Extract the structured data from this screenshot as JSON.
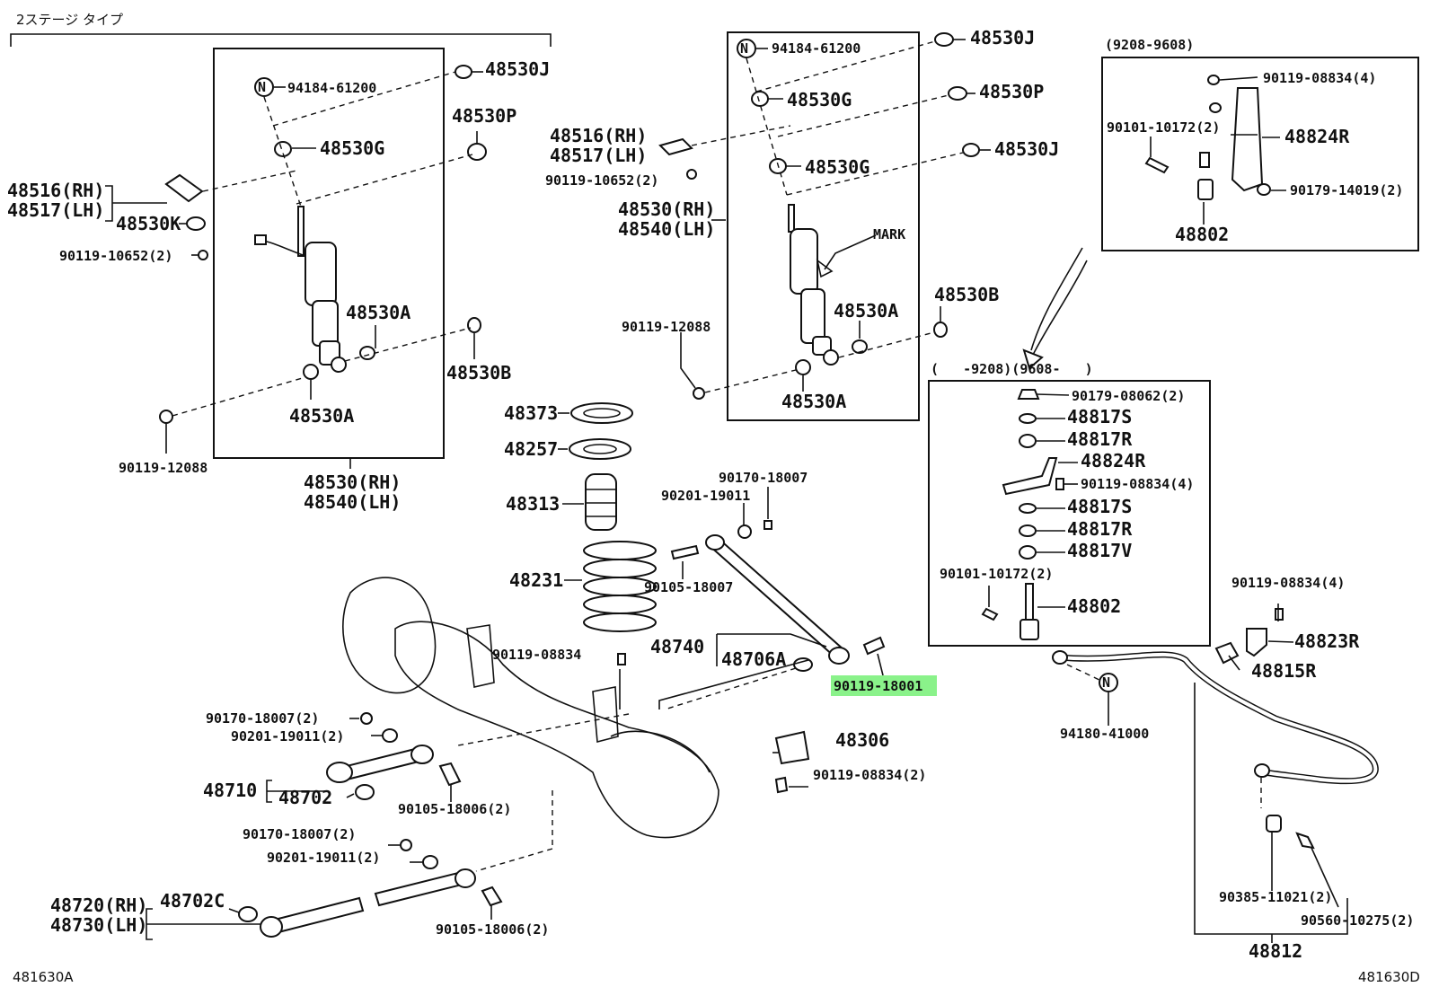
{
  "header": {
    "variant": "2ステージ タイプ"
  },
  "footer": {
    "left_code": "481630A",
    "right_code": "481630D"
  },
  "highlight_color": "#8af28a",
  "labels": {
    "l_94184_a": "94184-61200",
    "l_48530j_a": "48530J",
    "l_48530g_a": "48530G",
    "l_48530p_a": "48530P",
    "l_48516_a": "48516(RH)",
    "l_48517_a": "48517(LH)",
    "l_48530k": "48530K",
    "l_90119_10652_a": "90119-10652(2)",
    "l_48530a_a1": "48530A",
    "l_48530b_a": "48530B",
    "l_48530a_a2": "48530A",
    "l_90119_12088_a": "90119-12088",
    "l_48530rh_a": "48530(RH)",
    "l_48540lh_a": "48540(LH)",
    "l_48516_b": "48516(RH)",
    "l_48517_b": "48517(LH)",
    "l_90119_10652_b": "90119-10652(2)",
    "l_48530rh_b": "48530(RH)",
    "l_48540lh_b": "48540(LH)",
    "l_94184_b": "94184-61200",
    "l_48530j_b1": "48530J",
    "l_48530g_b1": "48530G",
    "l_48530p_b": "48530P",
    "l_48530j_b2": "48530J",
    "l_48530g_b2": "48530G",
    "l_mark": "MARK",
    "l_48530b_b": "48530B",
    "l_48530a_b1": "48530A",
    "l_90119_12088_b": "90119-12088",
    "l_48530a_b2": "48530A",
    "l_range_top": "(9208-9608)",
    "l_90119_08834_4a": "90119-08834(4)",
    "l_90101_10172_2a": "90101-10172(2)",
    "l_48824r_a": "48824R",
    "l_90179_14019": "90179-14019(2)",
    "l_48802_a": "48802",
    "l_range_mid": "(   -9208)(9608-   )",
    "l_90179_08062": "90179-08062(2)",
    "l_48817s_1": "48817S",
    "l_48817r_1": "48817R",
    "l_48824r_b": "48824R",
    "l_90119_08834_4b": "90119-08834(4)",
    "l_48817s_2": "48817S",
    "l_48817r_2": "48817R",
    "l_48817v": "48817V",
    "l_90101_10172_2b": "90101-10172(2)",
    "l_48802_b": "48802",
    "l_48373": "48373",
    "l_48257": "48257",
    "l_48313": "48313",
    "l_48231": "48231",
    "l_90170_18007_a": "90170-18007",
    "l_90201_19011_a": "90201-19011",
    "l_90105_18007": "90105-18007",
    "l_48740": "48740",
    "l_48706a": "48706A",
    "l_90119_18001": "90119-18001",
    "l_90119_08834_c": "90119-08834",
    "l_48306": "48306",
    "l_90119_08834_2": "90119-08834(2)",
    "l_90170_18007_2a": "90170-18007(2)",
    "l_90201_19011_2a": "90201-19011(2)",
    "l_48710": "48710",
    "l_48702": "48702",
    "l_90105_18006_2a": "90105-18006(2)",
    "l_90170_18007_2b": "90170-18007(2)",
    "l_90201_19011_2b": "90201-19011(2)",
    "l_48720": "48720(RH)",
    "l_48730": "48730(LH)",
    "l_48702c": "48702C",
    "l_90105_18006_2b": "90105-18006(2)",
    "l_90119_08834_4c": "90119-08834(4)",
    "l_48823r": "48823R",
    "l_48815r": "48815R",
    "l_94180": "94180-41000",
    "l_90385": "90385-11021(2)",
    "l_90560": "90560-10275(2)",
    "l_48812": "48812",
    "n_mark": "N"
  }
}
